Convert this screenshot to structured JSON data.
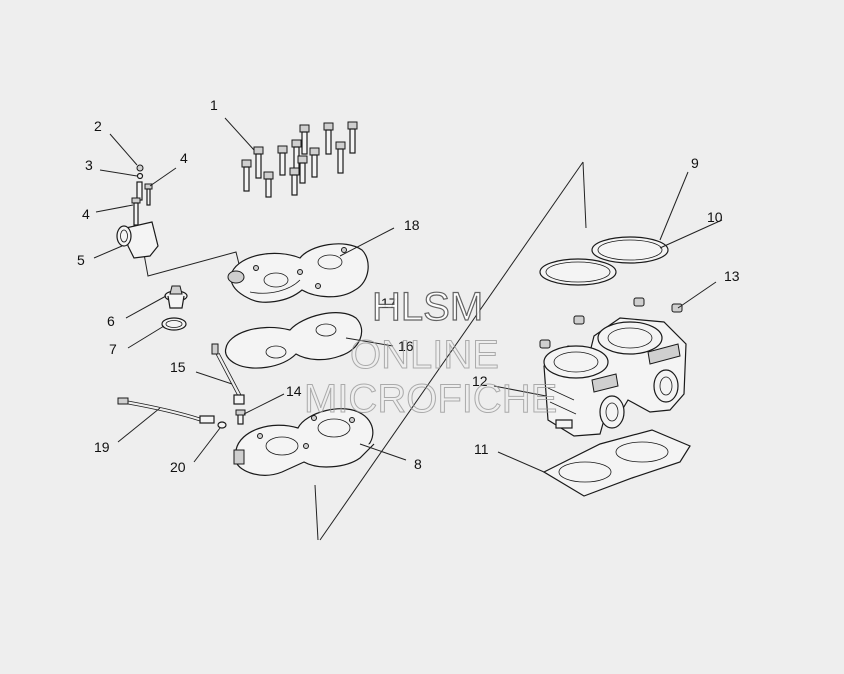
{
  "watermark": {
    "line1": "HLSM",
    "line2": "ONLINE",
    "line3": "MICROFICHE"
  },
  "callouts": {
    "c1": "1",
    "c2": "2",
    "c3": "3",
    "c4a": "4",
    "c4b": "4",
    "c5": "5",
    "c6": "6",
    "c7": "7",
    "c8": "8",
    "c9": "9",
    "c10": "10",
    "c11": "11",
    "c12": "12",
    "c13": "13",
    "c14": "14",
    "c15": "15",
    "c16": "16",
    "c17": "17",
    "c18": "18",
    "c19": "19",
    "c20": "20"
  },
  "colors": {
    "background": "#eeeeee",
    "line": "#1a1a1a"
  }
}
